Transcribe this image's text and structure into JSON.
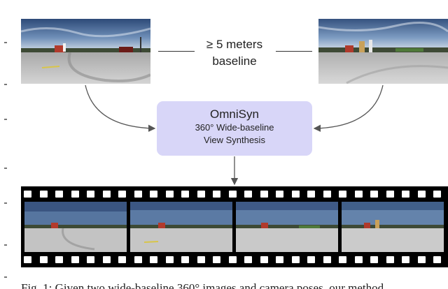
{
  "baseline": {
    "line1": "≥ 5 meters",
    "line2": "baseline"
  },
  "method": {
    "name": "OmniSyn",
    "line1": "360° Wide-baseline",
    "line2": "View Synthesis"
  },
  "caption": "Fig. 1: Given two wide-baseline 360° images and camera poses, our method",
  "colors": {
    "box": "#d8d6f8",
    "film": "#000000",
    "arrow": "#555555",
    "sky": "#3e5c86",
    "ground": "#bdbdbd"
  },
  "icons": {
    "input_left": "panorama-image",
    "input_right": "panorama-image",
    "frames": "panorama-image"
  }
}
